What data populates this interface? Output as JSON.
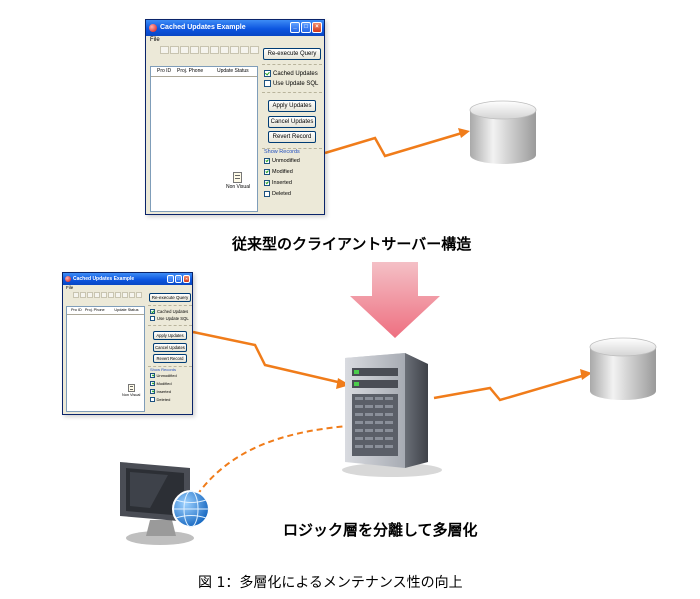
{
  "app_window": {
    "title": "Cached Updates Example",
    "menu": "File",
    "columns": [
      "Pro ID",
      "Proj. Phone",
      "Update Status"
    ],
    "buttons": {
      "reexecute": "Re-execute Query",
      "apply": "Apply Updates",
      "cancel": "Cancel Updates",
      "revert": "Revert Record"
    },
    "checkboxes": {
      "cached_updates": "Cached Updates",
      "use_update_sql": "Use Update SQL"
    },
    "show_records": {
      "label": "Show Records",
      "items": [
        "Unmodified",
        "Modified",
        "Inserted",
        "Deleted"
      ]
    },
    "icon_label": "Non Visual"
  },
  "labels": {
    "traditional": "従来型のクライアントサーバー構造",
    "separated": "ロジック層を分離して多層化",
    "figure_caption": "図 1：多層化によるメンテナンス性の向上"
  },
  "colors": {
    "connection_line": "#f07c1a",
    "arrow": "#f07888",
    "titlebar": "#0d56e0"
  }
}
